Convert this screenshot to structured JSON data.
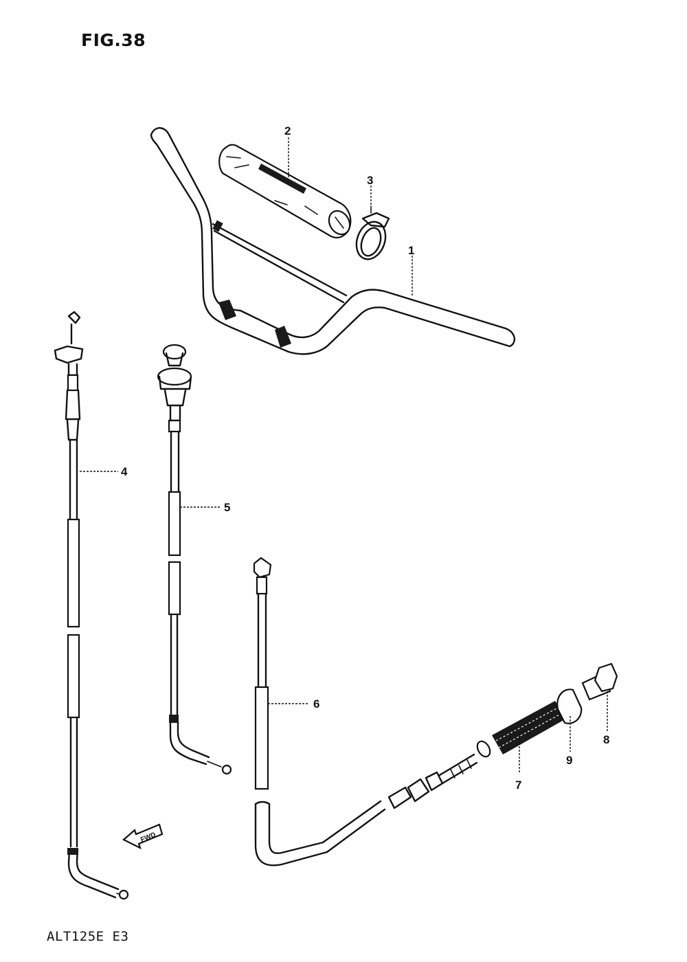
{
  "figure": {
    "title": "FIG.38",
    "model": "ALT125E E3"
  },
  "callouts": [
    {
      "id": "1",
      "label": "1"
    },
    {
      "id": "2",
      "label": "2"
    },
    {
      "id": "3",
      "label": "3"
    },
    {
      "id": "4",
      "label": "4"
    },
    {
      "id": "5",
      "label": "5"
    },
    {
      "id": "6",
      "label": "6"
    },
    {
      "id": "7",
      "label": "7"
    },
    {
      "id": "8",
      "label": "8"
    },
    {
      "id": "9",
      "label": "9"
    }
  ],
  "direction_marker": {
    "label": "FWD",
    "icon": "forward-arrow-icon"
  },
  "colors": {
    "ink": "#111111",
    "paper": "#ffffff"
  }
}
